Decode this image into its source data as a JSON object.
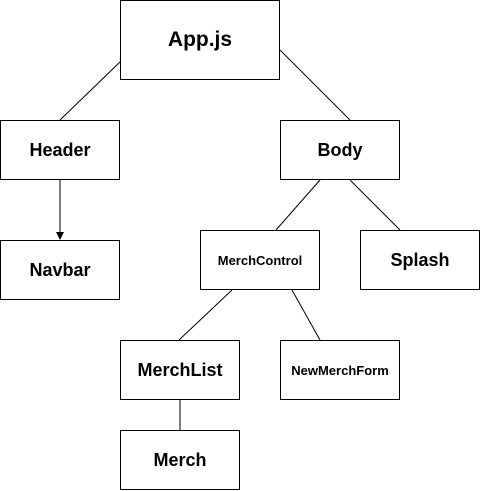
{
  "diagram": {
    "nodes": {
      "app": "App.js",
      "header": "Header",
      "navbar": "Navbar",
      "body": "Body",
      "merch_control": "MerchControl",
      "splash": "Splash",
      "merch_list": "MerchList",
      "new_merch_form": "NewMerchForm",
      "merch": "Merch"
    },
    "edges": [
      {
        "from": "app",
        "to": "header",
        "arrow": false
      },
      {
        "from": "app",
        "to": "body",
        "arrow": false
      },
      {
        "from": "header",
        "to": "navbar",
        "arrow": true
      },
      {
        "from": "body",
        "to": "merch_control",
        "arrow": false
      },
      {
        "from": "body",
        "to": "splash",
        "arrow": false
      },
      {
        "from": "merch_control",
        "to": "merch_list",
        "arrow": false
      },
      {
        "from": "merch_control",
        "to": "new_merch_form",
        "arrow": false
      },
      {
        "from": "merch_list",
        "to": "merch",
        "arrow": false
      }
    ]
  }
}
